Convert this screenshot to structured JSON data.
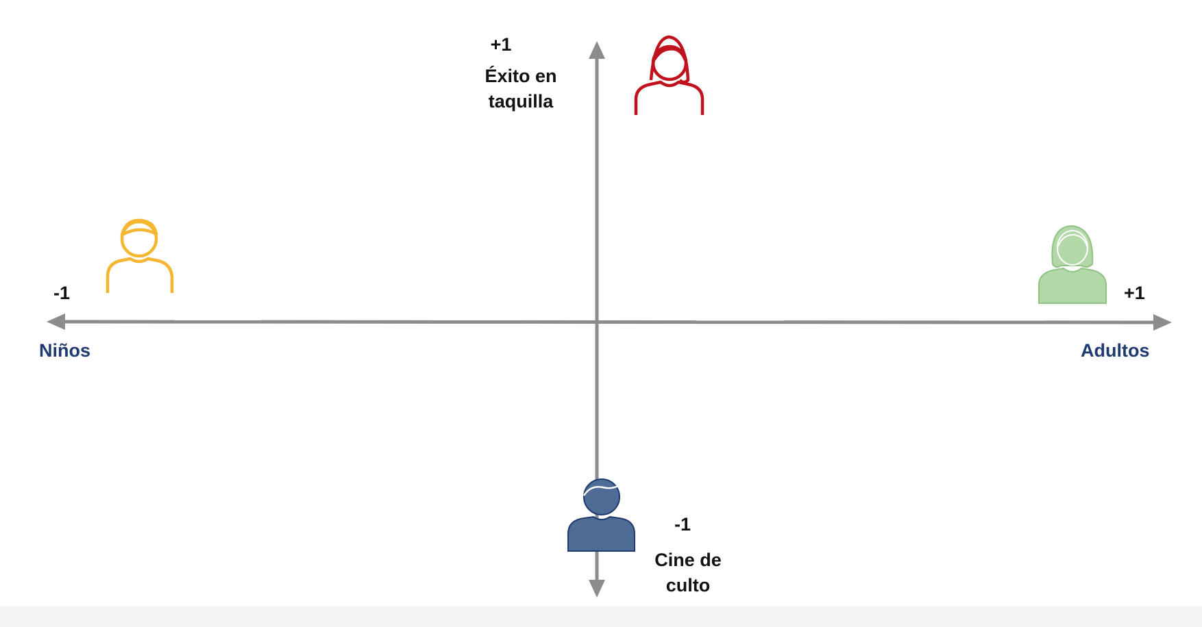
{
  "x_axis": {
    "left_tick": "-1",
    "right_tick": "+1",
    "left_label": "Niños",
    "right_label": "Adultos"
  },
  "y_axis": {
    "top_tick": "+1",
    "top_label_line1": "Éxito en",
    "top_label_line2": "taquilla",
    "bottom_tick": "-1",
    "bottom_label_line1": "Cine de",
    "bottom_label_line2": "culto"
  },
  "colors": {
    "axis": "#8c8c8c",
    "axis_label": "#1f3a6e",
    "person_left": "#f5b731",
    "person_top": "#c0121c",
    "person_right_fill": "#b3d8a8",
    "person_right_stroke": "#8fc283",
    "person_bottom": "#4f6c96",
    "person_bottom_stroke": "#1f3a6e"
  },
  "icons": {
    "left": "boy-outline-icon",
    "top": "woman-outline-icon",
    "right": "woman-filled-icon",
    "bottom": "man-filled-icon"
  }
}
